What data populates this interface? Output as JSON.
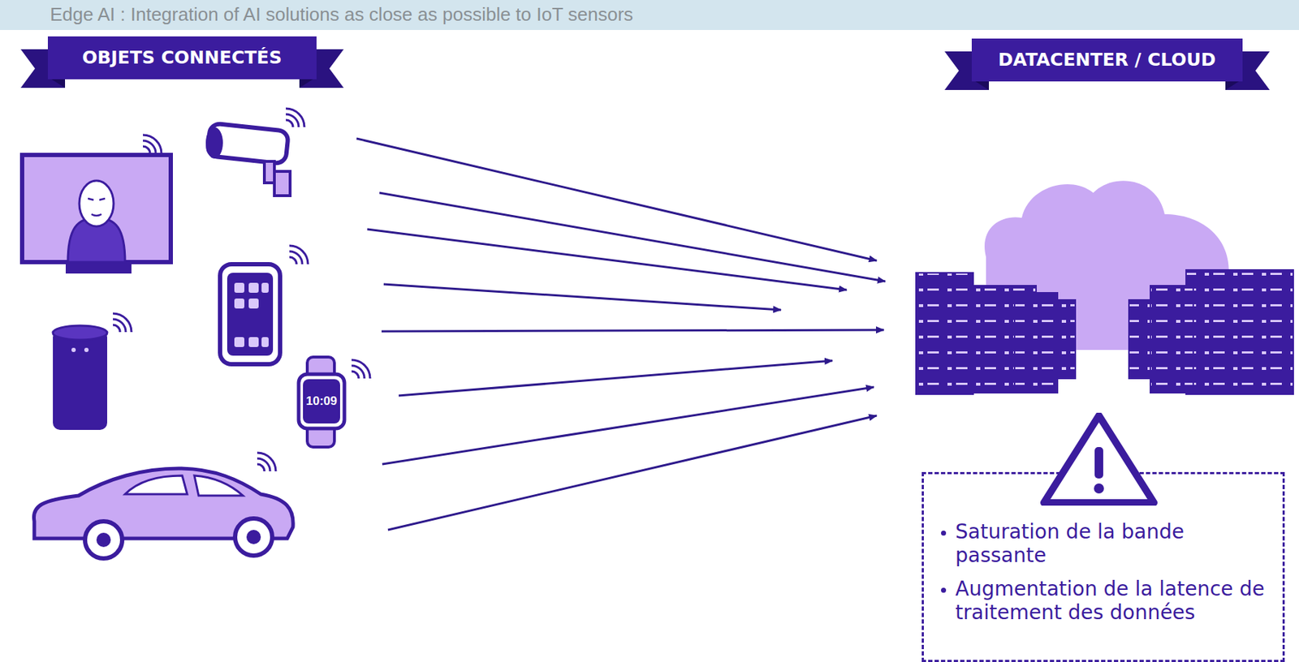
{
  "diagram": {
    "title": "Edge AI : Integration of AI solutions as close as possible to IoT sensors",
    "nodes": [
      {
        "text": [
          "OBJETS CONNECTÉS"
        ]
      },
      {
        "text": [
          "DATACENTER / CLOUD"
        ]
      },
      {
        "text": [
          "Saturation de la bande passante",
          "Augmentation de la latence de traitement des données"
        ]
      }
    ],
    "labels": [
      "10:09"
    ]
  }
}
